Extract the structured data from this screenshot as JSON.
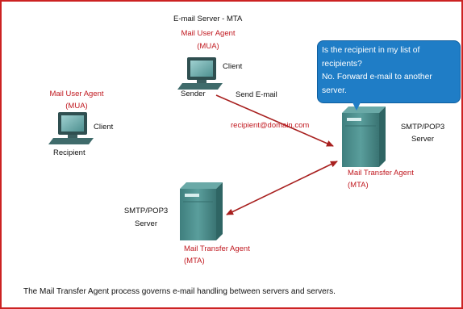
{
  "title": "E-mail Server - MTA",
  "sender": {
    "role": "Mail User Agent",
    "abbr": "(MUA)",
    "type": "Client",
    "name": "Sender"
  },
  "recipient": {
    "role": "Mail User Agent",
    "abbr": "(MUA)",
    "type": "Client",
    "name": "Recipient"
  },
  "flow": {
    "send_label": "Send E-mail",
    "address": "recipient@domain.com"
  },
  "mta_main": {
    "type_line1": "SMTP/POP3",
    "type_line2": "Server",
    "role": "Mail Transfer Agent",
    "abbr": "(MTA)"
  },
  "mta_remote": {
    "type_line1": "SMTP/POP3",
    "type_line2": "Server",
    "role": "Mail Transfer Agent",
    "abbr": "(MTA)"
  },
  "bubble": {
    "text": "Is the recipient in my list of\nrecipients?\nNo. Forward e-mail to another\nserver."
  },
  "caption": "The Mail Transfer Agent process governs e-mail handling between servers and servers.",
  "colors": {
    "border": "#cc2222",
    "label_red": "#c0181f",
    "arrow": "#a8201f",
    "bubble": "#1f7dc6",
    "server": "#4d8f8e"
  },
  "icons": [
    "computer-icon",
    "server-tower-icon"
  ]
}
